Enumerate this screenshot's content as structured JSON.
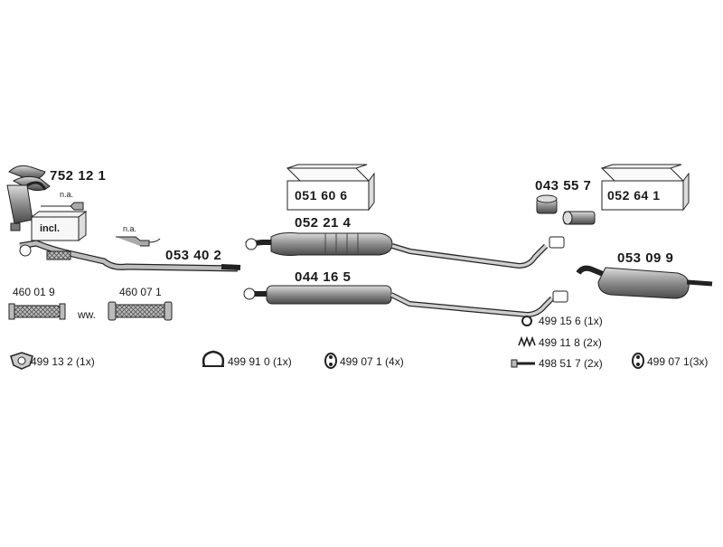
{
  "parts": {
    "manifold": "752 12 1",
    "na_1": "n.a.",
    "incl": "incl.",
    "na_2": "n.a.",
    "front_pipe": "053 40 2",
    "box_left": "051 60 6",
    "middle_silencer": "052 21 4",
    "middle_pipe": "044 16 5",
    "flange": "043 55 7",
    "box_right": "052 64 1",
    "rear_silencer": "053 09 9",
    "pipe_a": "460 01 9",
    "pipe_b": "460 07 1",
    "ww": "ww."
  },
  "hardware": {
    "h1": "499 13 2 (1x)",
    "h2": "499 91 0 (1x)",
    "h3": "499 07 1 (4x)",
    "h4": "499 15 6  (1x)",
    "h5": "499 11 8  (2x)",
    "h6": "498 51 7 (2x)",
    "h7": "499 07 1(3x)"
  },
  "colors": {
    "ink": "#1a1a1a",
    "metal": "#9a9a9a",
    "metal_dark": "#5e5e5e",
    "box": "#eeeeee"
  }
}
